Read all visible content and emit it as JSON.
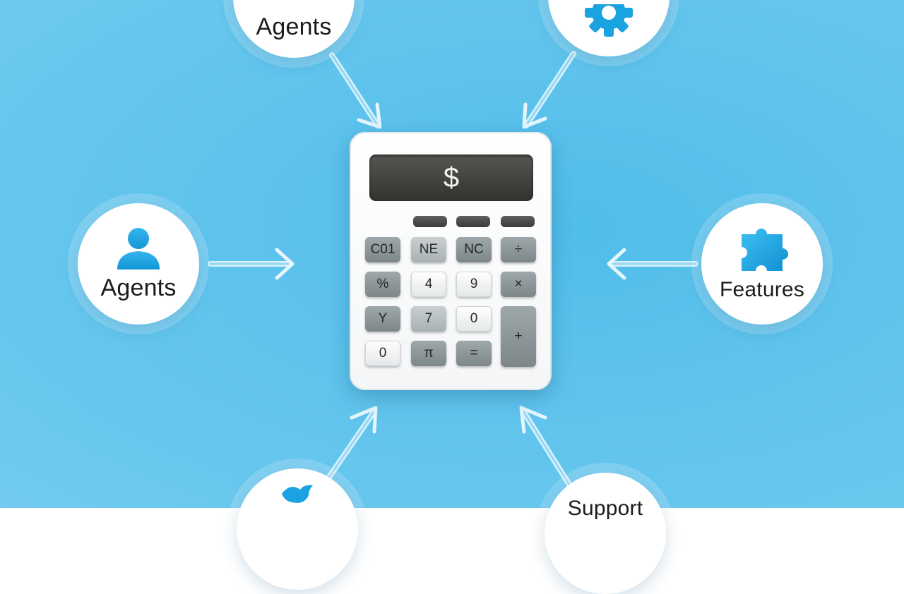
{
  "nodes": {
    "top_left": {
      "label": "Agents"
    },
    "left": {
      "label": "Agents",
      "icon": "person-icon"
    },
    "right": {
      "label": "Features",
      "icon": "puzzle-icon"
    },
    "top_right": {
      "icon": "gear-icon"
    },
    "bottom_left": {
      "icon": "bird-icon"
    },
    "bottom_right": {
      "label": "Support"
    }
  },
  "calculator": {
    "display": "$",
    "keys": [
      {
        "label": "C01",
        "style": "dark"
      },
      {
        "label": "NE",
        "style": "mid"
      },
      {
        "label": "NC",
        "style": "dark"
      },
      {
        "label": "÷",
        "style": "dark"
      },
      {
        "label": "%",
        "style": "dark"
      },
      {
        "label": "4",
        "style": "light"
      },
      {
        "label": "9",
        "style": "light"
      },
      {
        "label": "×",
        "style": "dark"
      },
      {
        "label": "Y",
        "style": "dark"
      },
      {
        "label": "7",
        "style": "mid"
      },
      {
        "label": "0",
        "style": "light"
      },
      {
        "label": "+",
        "style": "dark"
      },
      {
        "label": "0",
        "style": "light"
      },
      {
        "label": "π",
        "style": "dark"
      },
      {
        "label": "=",
        "style": "dark"
      }
    ]
  },
  "colors": {
    "background": "#5cc2ec",
    "icon_blue": "#1aa3e0",
    "arrow": "#e6f6fd"
  }
}
